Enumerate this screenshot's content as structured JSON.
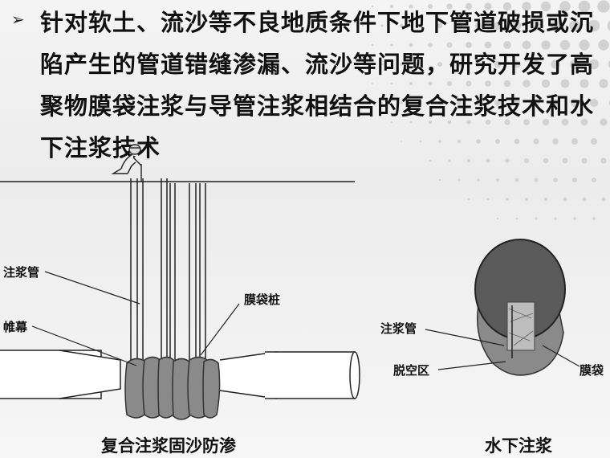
{
  "bullet": {
    "marker": "➢",
    "text": "针对软土、流沙等不良地质条件下地下管道破损或沉陷产生的管道错缝渗漏、流沙等问题，研究开发了高聚物膜袋注浆与导管注浆相结合的复合注浆技术和水下注浆技术"
  },
  "left_diagram": {
    "label_grout_pipe": "注浆管",
    "label_curtain": "帷幕",
    "label_bag_pile": "膜袋桩",
    "caption": "复合注浆固沙防渗"
  },
  "right_diagram": {
    "label_grout_pipe": "注浆管",
    "label_void": "脱空区",
    "label_bag": "膜袋",
    "caption": "水下注浆"
  },
  "colors": {
    "text": "#111111",
    "bag": "#8a8a8a",
    "pipe_interior": "#5a5a5a",
    "background": "#eeeeee"
  }
}
